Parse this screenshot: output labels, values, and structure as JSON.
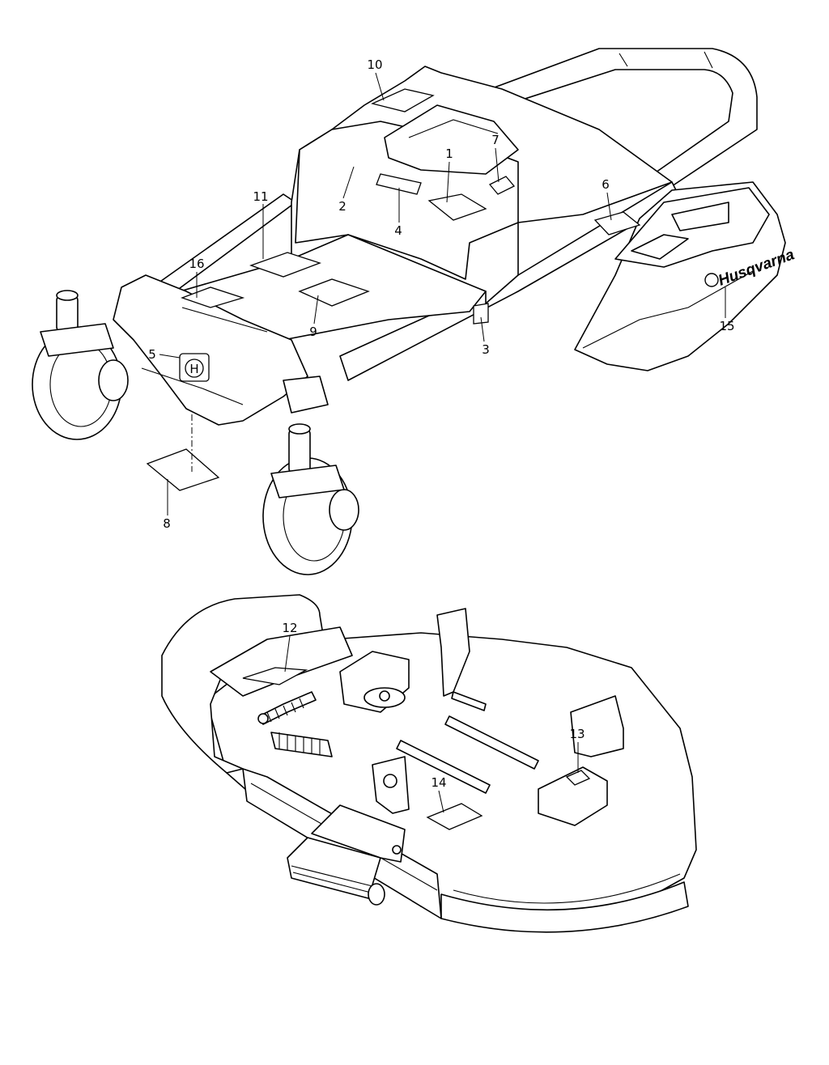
{
  "brand": {
    "wordmark": "Husqvarna",
    "mark": "H"
  },
  "callouts": {
    "c1": "1",
    "c2": "2",
    "c3": "3",
    "c4": "4",
    "c5": "5",
    "c6": "6",
    "c7": "7",
    "c8": "8",
    "c9": "9",
    "c10": "10",
    "c11": "11",
    "c12": "12",
    "c13": "13",
    "c14": "14",
    "c15": "15",
    "c16": "16"
  }
}
